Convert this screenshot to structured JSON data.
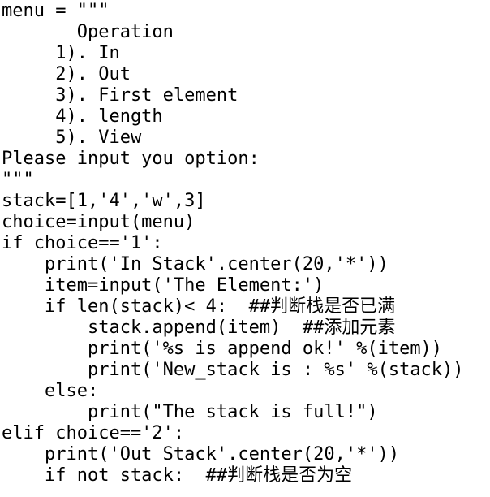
{
  "editor": {
    "lines": [
      "menu = \"\"\"",
      "       Operation",
      "     1). In",
      "     2). Out",
      "     3). First element",
      "     4). length",
      "     5). View",
      "Please input you option:",
      "\"\"\"",
      "stack=[1,'4','w',3]",
      "choice=input(menu)",
      "if choice=='1':",
      "    print('In Stack'.center(20,'*'))",
      "    item=input('The Element:')",
      "    if len(stack)< 4:  ##判断栈是否已满",
      "        stack.append(item)  ##添加元素",
      "        print('%s is append ok!' %(item))",
      "        print('New_stack is : %s' %(stack))",
      "    else:",
      "        print(\"The stack is full!\")",
      "elif choice=='2':",
      "    print('Out Stack'.center(20,'*'))",
      "    if not stack:  ##判断栈是否为空"
    ]
  },
  "colors": {
    "background": "#ffffff",
    "text": "#000000"
  }
}
